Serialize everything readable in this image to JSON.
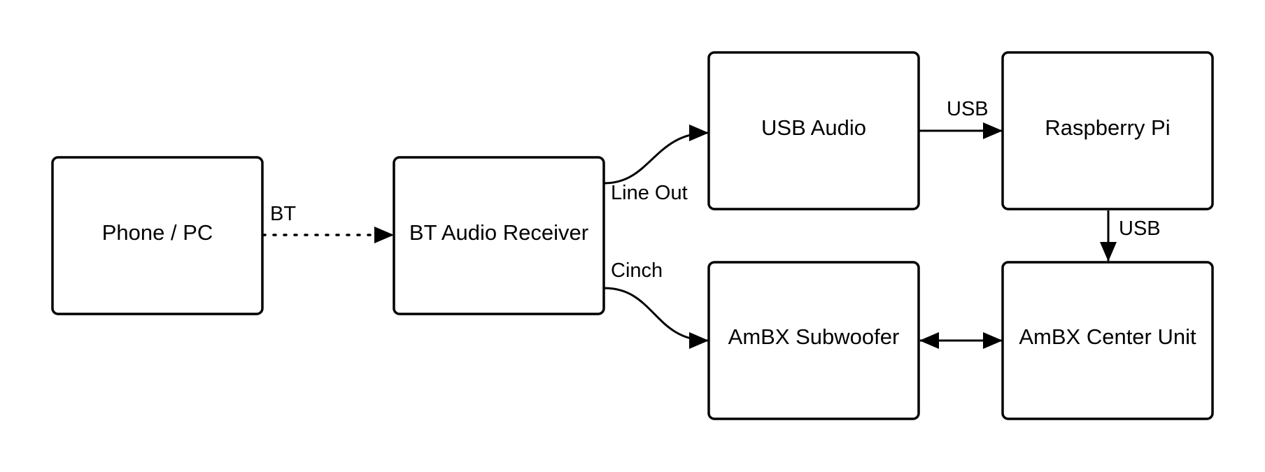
{
  "nodes": {
    "phone_pc": "Phone / PC",
    "bt_receiver": "BT Audio Receiver",
    "usb_audio": "USB Audio",
    "raspberry_pi": "Raspberry Pi",
    "ambx_subwoofer": "AmBX Subwoofer",
    "ambx_center": "AmBX Center Unit"
  },
  "edges": {
    "bt": "BT",
    "line_out": "Line Out",
    "cinch": "Cinch",
    "usb_audio_to_pi": "USB",
    "pi_to_center": "USB"
  },
  "colors": {
    "stroke": "#000000",
    "background": "#ffffff"
  }
}
